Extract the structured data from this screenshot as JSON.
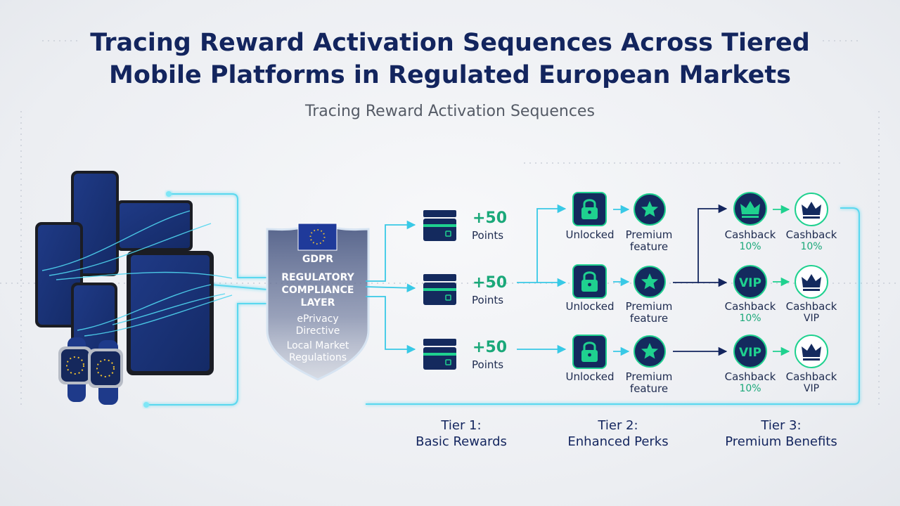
{
  "title_line1": "Tracing Reward Activation Sequences Across Tiered",
  "title_line2": "Mobile Platforms in Regulated European Markets",
  "subtitle": "Tracing Reward Activation Sequences",
  "shield": {
    "gdpr": "GDPR",
    "layer_line1": "REGULATORY",
    "layer_line2": "COMPLIANCE",
    "layer_line3": "LAYER",
    "eprivacy_line1": "ePrivacy",
    "eprivacy_line2": "Directive",
    "local_line1": "Local Market",
    "local_line2": "Regulations"
  },
  "tier1_rows": [
    {
      "value": "+50",
      "label": "Points"
    },
    {
      "value": "+50",
      "label": "Points"
    },
    {
      "value": "+50",
      "label": "Points"
    }
  ],
  "tier2_rows": [
    {
      "unlocked": "Unlocked",
      "premium_line1": "Premium",
      "premium_line2": "feature"
    },
    {
      "unlocked": "Unlocked",
      "premium_line1": "Premium",
      "premium_line2": "feature"
    },
    {
      "unlocked": "Unlocked",
      "premium_line1": "Premium",
      "premium_line2": "feature"
    }
  ],
  "tier3_rows": [
    {
      "a_icon": "crown-icon",
      "a_label": "Cashback",
      "a_sub": "10%",
      "b_label": "Cashback",
      "b_sub": "10%"
    },
    {
      "a_icon": "vip-badge-icon",
      "a_badge": "VIP",
      "a_label": "Cashback",
      "a_sub": "10%",
      "b_label": "Cashback",
      "b_sub": "VIP"
    },
    {
      "a_icon": "vip-badge-icon",
      "a_badge": "VIP",
      "a_label": "Cashback",
      "a_sub": "10%",
      "b_label": "Cashback",
      "b_sub": "VIP"
    }
  ],
  "tiers": [
    {
      "line1": "Tier 1:",
      "line2": "Basic Rewards"
    },
    {
      "line1": "Tier 2:",
      "line2": "Enhanced Perks"
    },
    {
      "line1": "Tier 3:",
      "line2": "Premium Benefits"
    }
  ],
  "colors": {
    "navy": "#13255e",
    "node_fill": "#142a5e",
    "green": "#1fd18f",
    "cyan": "#38c9e6",
    "text_green": "#1aa879"
  },
  "icons": [
    "smartphone-icon",
    "tablet-icon",
    "smartwatch-icon",
    "eu-flag-icon",
    "card-stack-icon",
    "padlock-icon",
    "star-icon",
    "crown-icon",
    "vip-badge-icon"
  ]
}
